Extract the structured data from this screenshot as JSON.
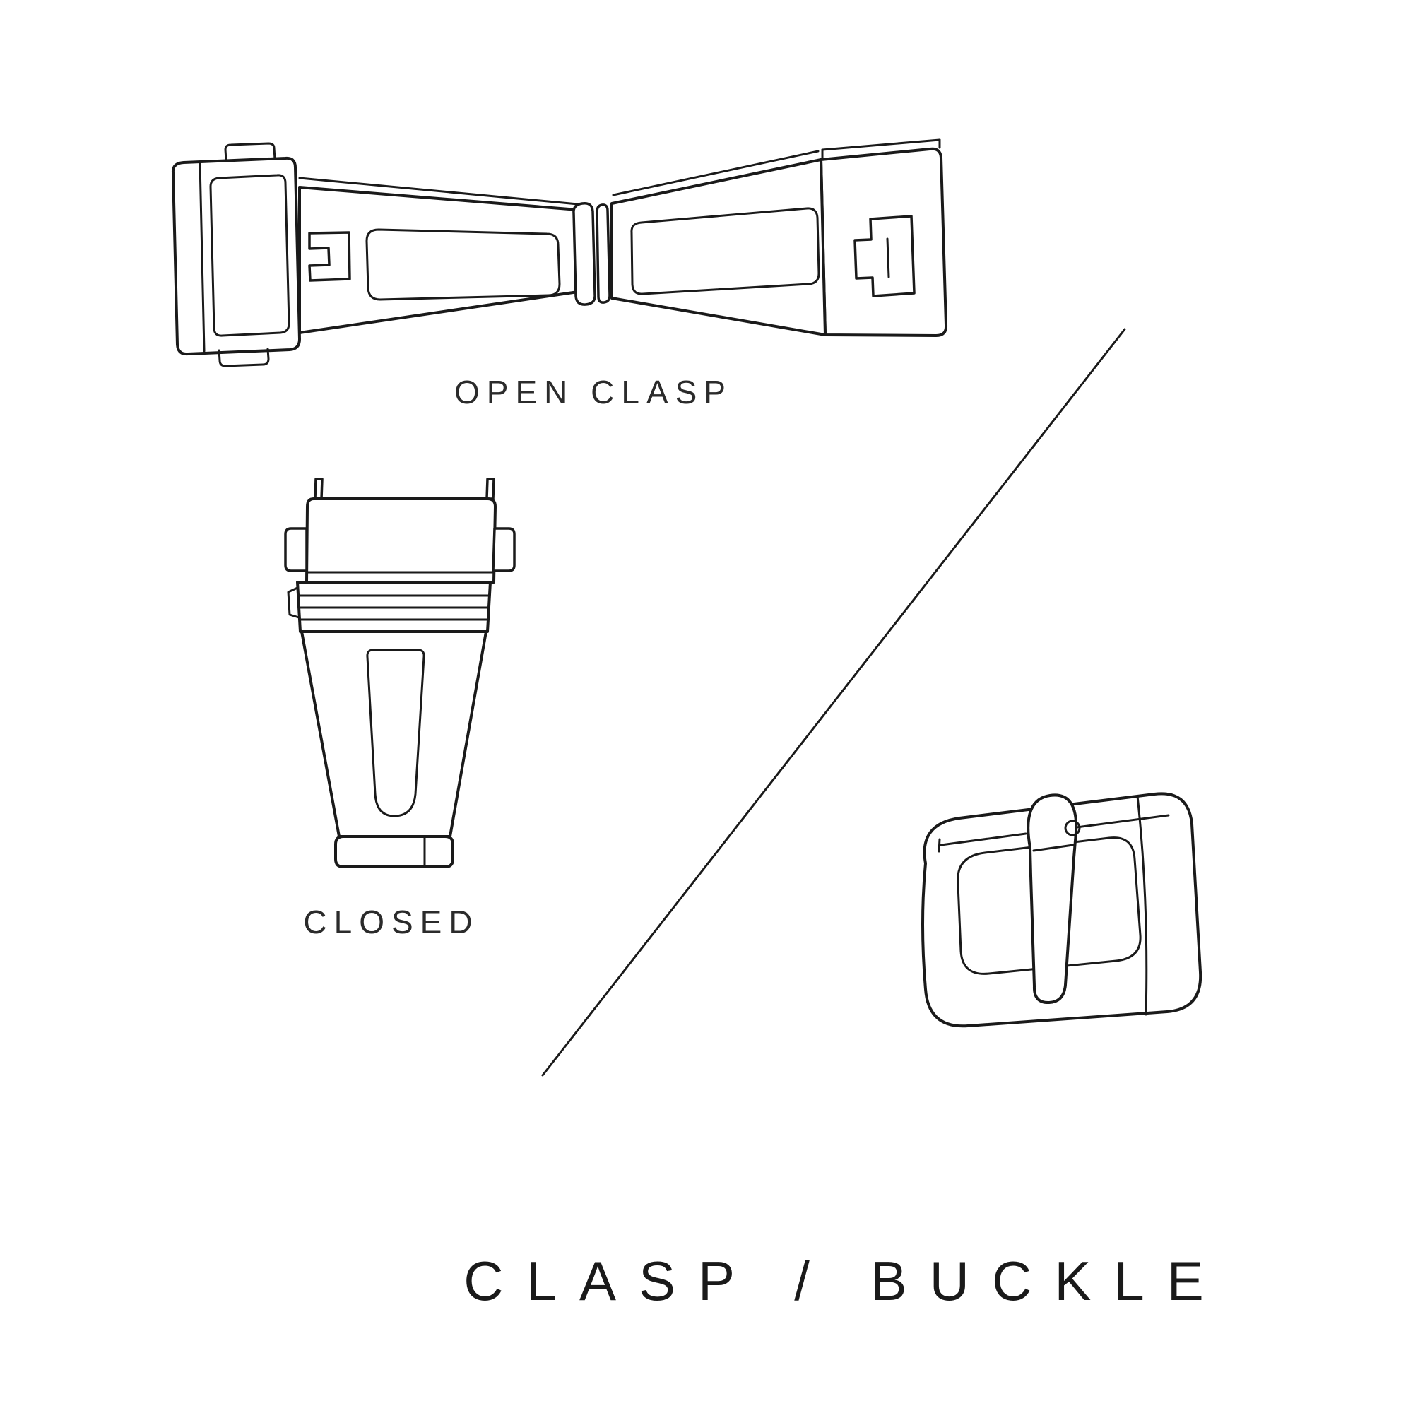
{
  "canvas": {
    "background_color": "#ffffff",
    "line_color": "#1a1a1a"
  },
  "labels": {
    "open_clasp": "OPEN CLASP",
    "closed": "CLOSED",
    "title": "CLASP / BUCKLE"
  },
  "illustrations": [
    {
      "name": "open-clasp-illustration"
    },
    {
      "name": "closed-clasp-illustration"
    },
    {
      "name": "divider-line"
    },
    {
      "name": "tang-buckle-illustration"
    }
  ]
}
